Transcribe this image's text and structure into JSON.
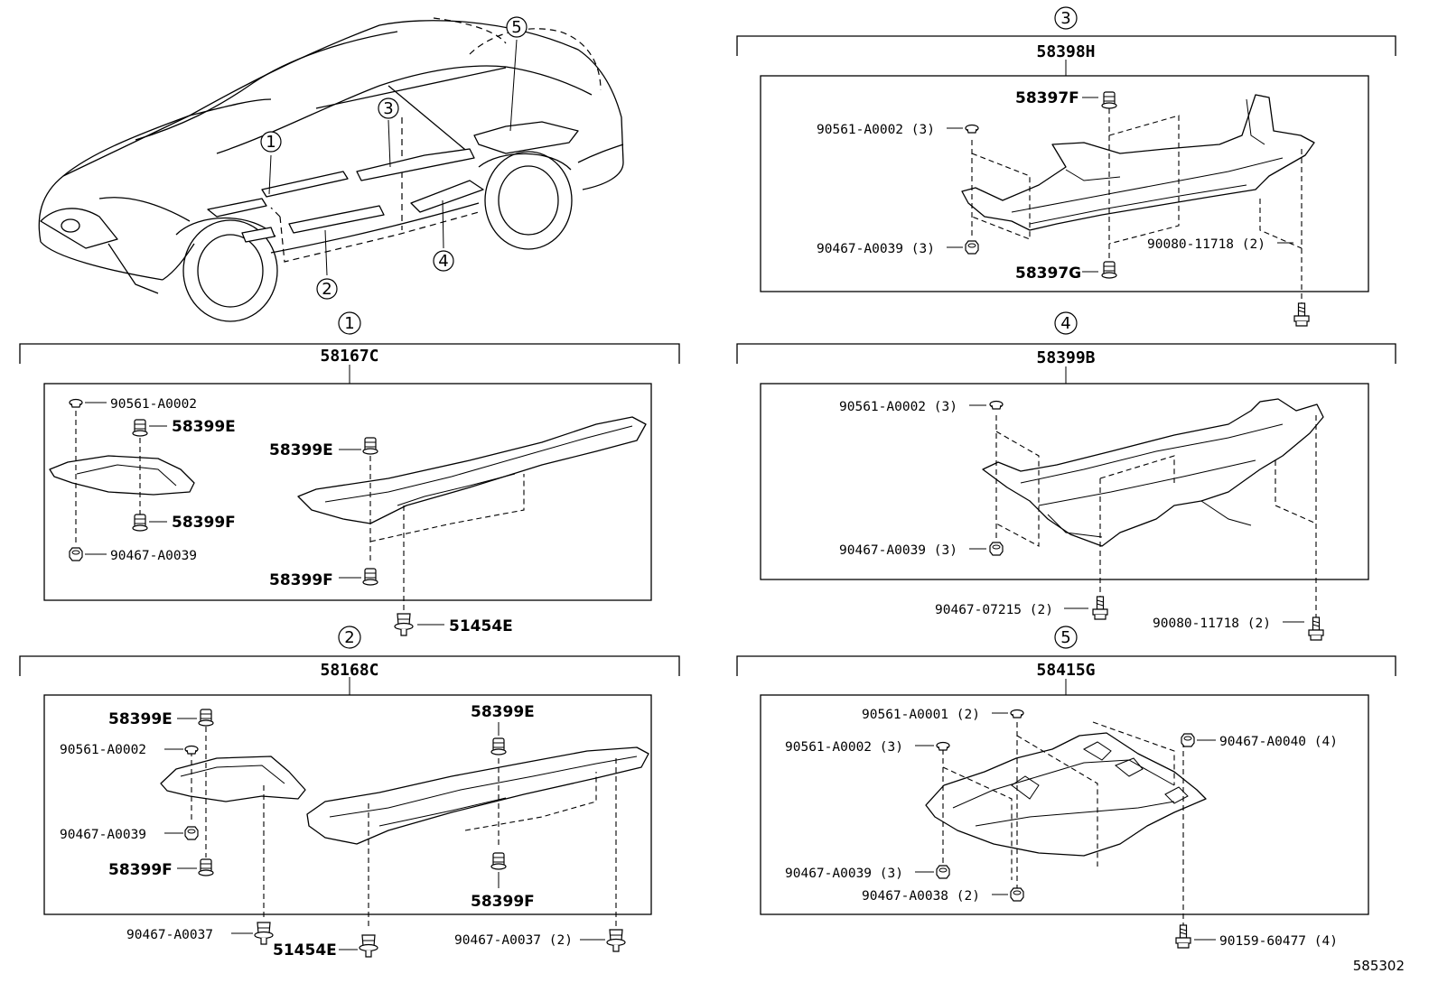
{
  "overview": {
    "callouts": [
      "1",
      "2",
      "3",
      "4",
      "5"
    ]
  },
  "panels": {
    "p1": {
      "callout": "1",
      "assembly": "58167C",
      "parts": {
        "a": "90561-A0002",
        "b": "58399E",
        "c": "58399F",
        "d": "90467-A0039",
        "e": "58399E",
        "f": "58399F",
        "g": "51454E"
      }
    },
    "p2": {
      "callout": "2",
      "assembly": "58168C",
      "parts": {
        "a": "58399E",
        "b": "90561-A0002",
        "c": "90467-A0039",
        "d": "58399F",
        "e": "90467-A0037",
        "f": "51454E",
        "g": "58399E",
        "h": "58399F",
        "i": "90467-A0037 (2)"
      }
    },
    "p3": {
      "callout": "3",
      "assembly": "58398H",
      "parts": {
        "a": "58397F",
        "b": "90561-A0002 (3)",
        "c": "90467-A0039 (3)",
        "d": "58397G",
        "e": "90080-11718 (2)"
      }
    },
    "p4": {
      "callout": "4",
      "assembly": "58399B",
      "parts": {
        "a": "90561-A0002 (3)",
        "b": "90467-A0039 (3)",
        "c": "90467-07215 (2)",
        "d": "90080-11718 (2)"
      }
    },
    "p5": {
      "callout": "5",
      "assembly": "58415G",
      "parts": {
        "a": "90561-A0001 (2)",
        "b": "90561-A0002 (3)",
        "c": "90467-A0040 (4)",
        "d": "90467-A0039 (3)",
        "e": "90467-A0038 (2)",
        "f": "90159-60477 (4)"
      }
    }
  },
  "figure_ref": "585302"
}
